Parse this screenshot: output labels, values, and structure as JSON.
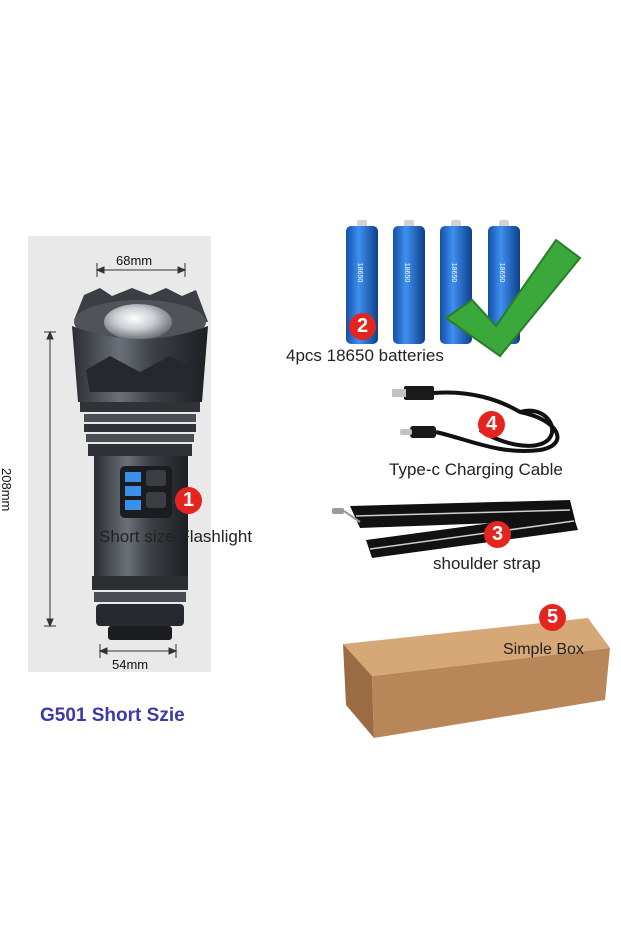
{
  "flashlight": {
    "width_label": "68mm",
    "height_label": "208mm",
    "base_label": "54mm",
    "model_title": "G501 Short Szie"
  },
  "items": [
    {
      "number": "1",
      "label": "Short size Flashlight"
    },
    {
      "number": "2",
      "label": "4pcs 18650 batteries"
    },
    {
      "number": "3",
      "label": "shoulder strap"
    },
    {
      "number": "4",
      "label": "Type-c Charging Cable"
    },
    {
      "number": "5",
      "label": "Simple Box"
    }
  ],
  "battery_text": "18650",
  "colors": {
    "badge": "#e52420",
    "battery": "#1f6fd6",
    "check": "#3aa83a",
    "box": "#b9865a",
    "title": "#3c3aa8"
  }
}
